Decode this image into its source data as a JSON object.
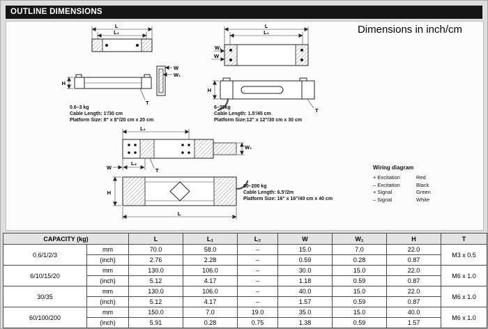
{
  "page": {
    "header": "OUTLINE DIMENSIONS",
    "units_note": "Dimensions in inch/cm"
  },
  "dims": {
    "L": "L",
    "L1": "L₁",
    "L2": "L₂",
    "W": "W",
    "W1": "W₁",
    "H": "H",
    "T": "T"
  },
  "drawings": {
    "small": {
      "range": "0.6–3 kg",
      "cable": "Cable Length: 1'/30 cm",
      "platform": "Platform Size: 8\" x 8\"/20 cm x 20 cm"
    },
    "medium": {
      "range": "6–35kg",
      "cable": "Cable Length: 1.5'/45 cm",
      "platform": "Platform Size:12\" x 12\"/30 cm x 30 cm"
    },
    "large": {
      "range": "60–200 kg",
      "cable": "Cable Length: 6.5'/2m",
      "platform": "Platform Size: 16\" x 16\"/40 cm x 40 cm"
    }
  },
  "wiring": {
    "title": "Wiring diagram",
    "rows": [
      {
        "signal": "+ Excitation",
        "color": "Red"
      },
      {
        "signal": "– Excitation",
        "color": "Black"
      },
      {
        "signal": "+ Signal",
        "color": "Green"
      },
      {
        "signal": "– Signal",
        "color": "White"
      }
    ]
  },
  "table": {
    "capacity_header": "CAPACITY (kg)",
    "columns": [
      "L",
      "L₁",
      "L₂",
      "W",
      "W₁",
      "H",
      "T"
    ],
    "units": {
      "mm": "mm",
      "inch": "(inch)"
    },
    "rows": [
      {
        "capacity": "0.6/1/2/3",
        "mm": [
          "70.0",
          "58.0",
          "–",
          "15.0",
          "7.0",
          "22.0"
        ],
        "inch": [
          "2.76",
          "2.28",
          "–",
          "0.59",
          "0.28",
          "0.87"
        ],
        "thread": "M3 x 0.5"
      },
      {
        "capacity": "6/10/15/20",
        "mm": [
          "130.0",
          "106.0",
          "–",
          "30.0",
          "15.0",
          "22.0"
        ],
        "inch": [
          "5.12",
          "4.17",
          "–",
          "1.18",
          "0.59",
          "0.87"
        ],
        "thread": "M6 x 1.0"
      },
      {
        "capacity": "30/35",
        "mm": [
          "130.0",
          "106.0",
          "–",
          "40.0",
          "15.0",
          "22.0"
        ],
        "inch": [
          "5.12",
          "4.17",
          "–",
          "1.57",
          "0.59",
          "0.87"
        ],
        "thread": "M6 x 1.0"
      },
      {
        "capacity": "60/100/200",
        "mm": [
          "150.0",
          "7.0",
          "19.0",
          "35.0",
          "15.0",
          "40.0"
        ],
        "inch": [
          "5.91",
          "0.28",
          "0.75",
          "1.38",
          "0.59",
          "1.57"
        ],
        "thread": "M6 x 1.0"
      }
    ]
  }
}
